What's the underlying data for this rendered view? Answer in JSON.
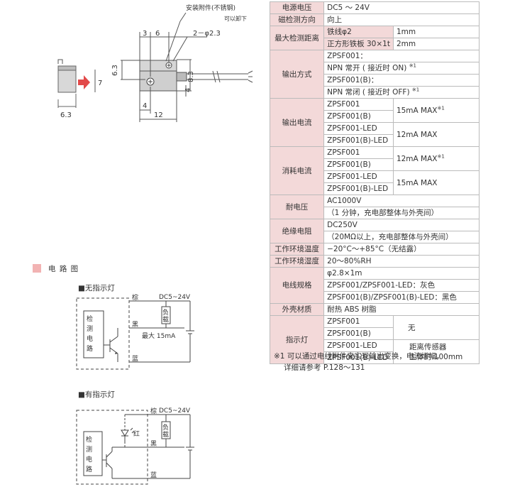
{
  "drawing": {
    "accessory_label": "安装附件(不锈钢)",
    "removable_label": "可以卸下",
    "dim_3": "3",
    "dim_6": "6",
    "dim_holes": "2－φ2.3",
    "dim_6_3_side": "6.3",
    "dim_8_3": "8.3",
    "dim_4_right": "4",
    "dim_4_bottom": "4",
    "dim_12": "12",
    "dim_7": "7",
    "dim_6_3_bottom": "6.3"
  },
  "table": {
    "rows": [
      {
        "label": "电源电压",
        "value": "DC5 ～ 24V"
      },
      {
        "label": "磁检测方向",
        "value": "向上"
      },
      {
        "label": "最大检测距离",
        "sub1": "铁线φ2",
        "v1": "1mm",
        "sub2": "正方形铁板 30×1t",
        "v2": "2mm"
      },
      {
        "label": "输出方式",
        "lines": [
          "ZPSF001：",
          "NPN 常开 ( 接近时 ON) ",
          "ZPSF001(B)：",
          "NPN 常闭 ( 接近时 OFF) "
        ],
        "mark": "※1"
      },
      {
        "label": "输出电流",
        "models": [
          "ZPSF001",
          "ZPSF001(B)",
          "ZPSF001-LED",
          "ZPSF001(B)-LED"
        ],
        "val_a": "15mA MAX",
        "val_b": "12mA MAX",
        "mark": "※1"
      },
      {
        "label": "消耗电流",
        "models": [
          "ZPSF001",
          "ZPSF001(B)",
          "ZPSF001-LED",
          "ZPSF001(B)-LED"
        ],
        "val_a": "12mA MAX",
        "val_b": "15mA MAX",
        "mark": "※1"
      },
      {
        "label": "耐电压",
        "lines": [
          "AC1000V",
          "（1 分钟，充电部整体与外壳间）"
        ]
      },
      {
        "label": "绝缘电阻",
        "lines": [
          "DC250V",
          "（20MΩ以上，充电部整体与外壳间）"
        ]
      },
      {
        "label": "工作环境温度",
        "value": "−20°C～+85°C（无结露）"
      },
      {
        "label": "工作环境湿度",
        "value": "20～80%RH"
      },
      {
        "label": "电线规格",
        "lines": [
          "φ2.8×1m",
          "ZPSF001/ZPSF001-LED：灰色",
          "ZPSF001(B)/ZPSF001(B)-LED：黑色"
        ]
      },
      {
        "label": "外壳材质",
        "value": "耐热 ABS 树脂"
      },
      {
        "label": "指示灯",
        "models": [
          "ZPSF001",
          "ZPSF001(B)",
          "ZPSF001-LED",
          "ZPSF001(B)-LED"
        ],
        "val_a": "无",
        "val_b1": "距离传感器",
        "val_b2": "主体约 100mm"
      }
    ]
  },
  "notes": {
    "line1": "※1 可以通过电线附件来实现输出变换，电流增幅，",
    "line2": "详细请参考 P.128～131"
  },
  "circuit": {
    "section_title": "电 路 图",
    "no_led_title": "■无指示灯",
    "led_title": "■有指示灯",
    "brown": "棕",
    "black": "黑",
    "blue": "蓝",
    "red": "红",
    "voltage": "DC5~24V",
    "load_1": "负",
    "load_2": "载",
    "detect_1": "检",
    "detect_2": "测",
    "detect_3": "电",
    "detect_4": "路",
    "max_current": "最大 15mA"
  }
}
